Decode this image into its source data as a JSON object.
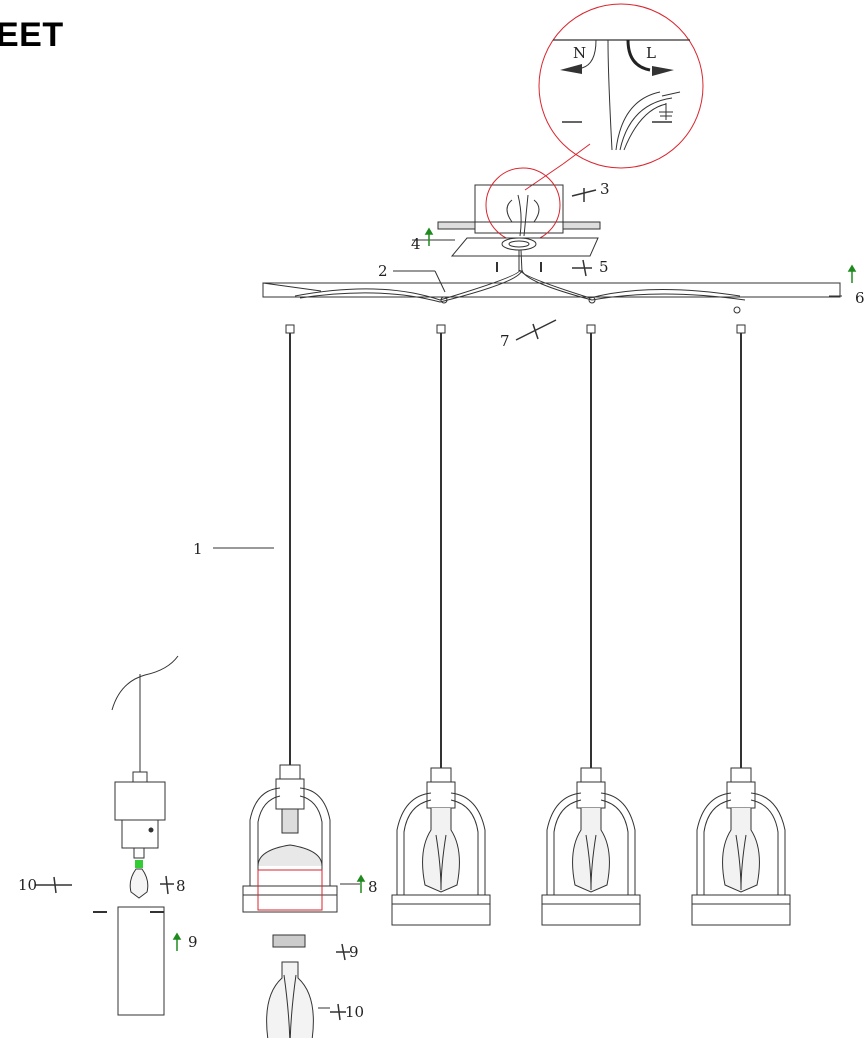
{
  "header": {
    "title": "EET"
  },
  "wiring": {
    "neutral": "N",
    "live": "L"
  },
  "callouts": {
    "c1": "1",
    "c2": "2",
    "c3": "3",
    "c4": "4",
    "c5": "5",
    "c6": "6",
    "c7": "7",
    "c8a": "8",
    "c8b": "8",
    "c9a": "9",
    "c9b": "9",
    "c10a": "10",
    "c10b": "10"
  },
  "colors": {
    "line": "#333333",
    "accent": "#1f8a1f",
    "detail": "#d9262f",
    "highlight": "#33cc33"
  }
}
